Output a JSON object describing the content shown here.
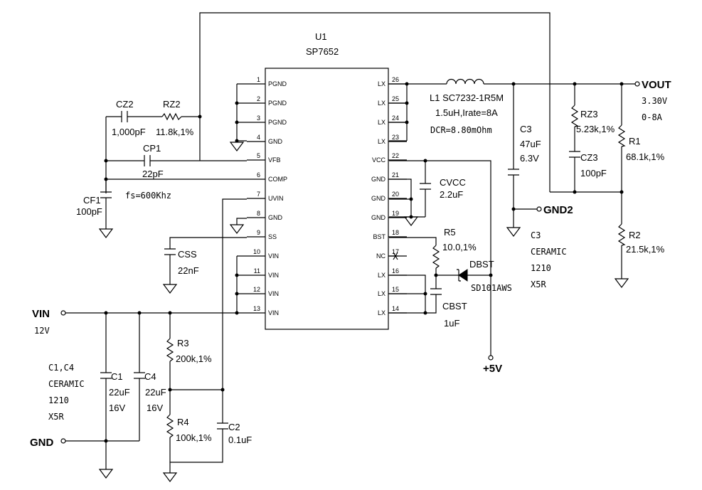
{
  "ic": {
    "ref": "U1",
    "part": "SP7652"
  },
  "left_pins": [
    {
      "num": "1",
      "name": "PGND"
    },
    {
      "num": "2",
      "name": "PGND"
    },
    {
      "num": "3",
      "name": "PGND"
    },
    {
      "num": "4",
      "name": "GND"
    },
    {
      "num": "5",
      "name": "VFB"
    },
    {
      "num": "6",
      "name": "COMP"
    },
    {
      "num": "7",
      "name": "UVIN"
    },
    {
      "num": "8",
      "name": "GND"
    },
    {
      "num": "9",
      "name": "SS"
    },
    {
      "num": "10",
      "name": "VIN"
    },
    {
      "num": "11",
      "name": "VIN"
    },
    {
      "num": "12",
      "name": "VIN"
    },
    {
      "num": "13",
      "name": "VIN"
    }
  ],
  "right_pins": [
    {
      "num": "26",
      "name": "LX"
    },
    {
      "num": "25",
      "name": "LX"
    },
    {
      "num": "24",
      "name": "LX"
    },
    {
      "num": "23",
      "name": "LX"
    },
    {
      "num": "22",
      "name": "VCC"
    },
    {
      "num": "21",
      "name": "GND"
    },
    {
      "num": "20",
      "name": "GND"
    },
    {
      "num": "19",
      "name": "GND"
    },
    {
      "num": "18",
      "name": "BST"
    },
    {
      "num": "17",
      "name": "NC"
    },
    {
      "num": "16",
      "name": "LX"
    },
    {
      "num": "15",
      "name": "LX"
    },
    {
      "num": "14",
      "name": "LX"
    }
  ],
  "labels": {
    "cz2_ref": "CZ2",
    "cz2_val": "1,000pF",
    "rz2_ref": "RZ2",
    "rz2_val": "11.8k,1%",
    "cp1_ref": "CP1",
    "cp1_val": "22pF",
    "cf1_ref": "CF1",
    "cf1_val": "100pF",
    "fs": "fs=600Khz",
    "css_ref": "CSS",
    "css_val": "22nF",
    "l1_ref": "L1 SC7232-1R5M",
    "l1_val": "1.5uH,Irate=8A",
    "l1_dcr": "DCR=8.80mOhm",
    "c3_ref": "C3",
    "c3_val1": "47uF",
    "c3_val2": "6.3V",
    "rz3_ref": "RZ3",
    "rz3_val": "5.23k,1%",
    "cz3_ref": "CZ3",
    "cz3_val": "100pF",
    "r1_ref": "R1",
    "r1_val": "68.1k,1%",
    "r2_ref": "R2",
    "r2_val": "21.5k,1%",
    "cvcc_ref": "CVCC",
    "cvcc_val": "2.2uF",
    "r5_ref": "R5",
    "r5_val": "10.0,1%",
    "dbst_ref": "DBST",
    "dbst_val": "SD101AWS",
    "cbst_ref": "CBST",
    "cbst_val": "1uF",
    "c3note_1": "C3",
    "c3note_2": "CERAMIC",
    "c3note_3": "1210",
    "c3note_4": "X5R",
    "vout": "VOUT",
    "vout_v": "3.30V",
    "vout_i": "0-8A",
    "gnd2": "GND2",
    "vin": "VIN",
    "vin_v": "12V",
    "gnd": "GND",
    "p5v": "+5V",
    "c1c4_1": "C1,C4",
    "c1c4_2": "CERAMIC",
    "c1c4_3": "1210",
    "c1c4_4": "X5R",
    "c1_ref": "C1",
    "c1_val1": "22uF",
    "c1_val2": "16V",
    "c4_ref": "C4",
    "c4_val1": "22uF",
    "c4_val2": "16V",
    "r3_ref": "R3",
    "r3_val": "200k,1%",
    "r4_ref": "R4",
    "r4_val": "100k,1%",
    "c2_ref": "C2",
    "c2_val": "0.1uF"
  }
}
